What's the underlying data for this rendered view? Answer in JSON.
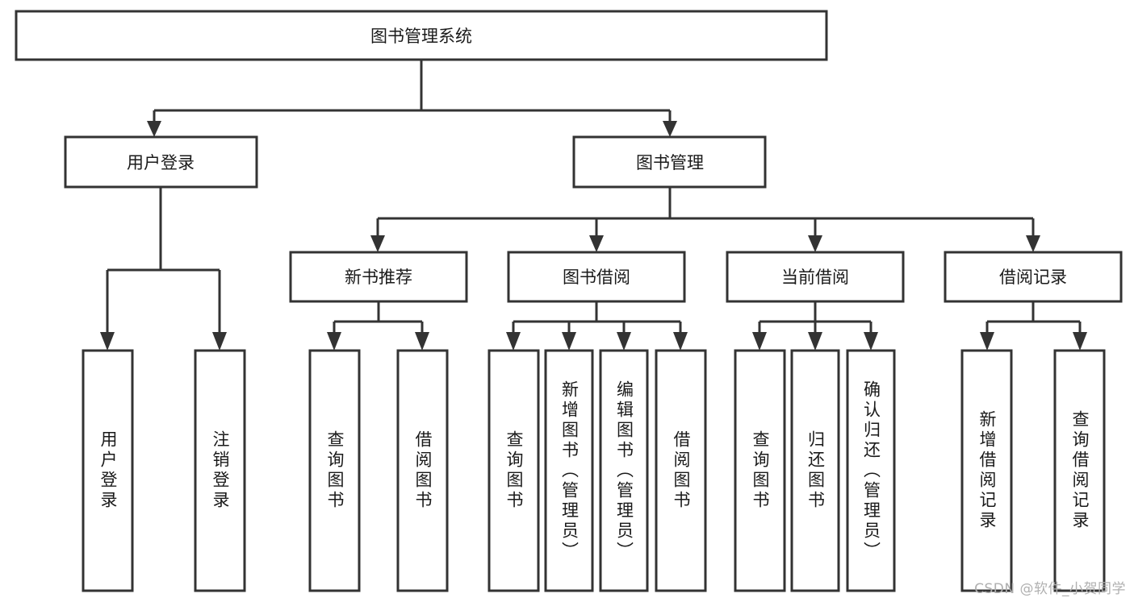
{
  "diagram": {
    "type": "tree-hierarchy",
    "title": "图书管理系统",
    "watermark": "CSDN @软件_小贺同学",
    "colors": {
      "stroke": "#333333",
      "fill": "#ffffff",
      "text": "#1a1a1a",
      "watermark": "#b0b0b0",
      "background": "#ffffff"
    },
    "levels": {
      "level1": [
        {
          "id": "root",
          "label": "图书管理系统",
          "orientation": "horizontal"
        }
      ],
      "level2": [
        {
          "id": "user-login",
          "label": "用户登录",
          "orientation": "horizontal",
          "parent": "root"
        },
        {
          "id": "book-manage",
          "label": "图书管理",
          "orientation": "horizontal",
          "parent": "root"
        }
      ],
      "level3": [
        {
          "id": "new-book-rec",
          "label": "新书推荐",
          "orientation": "horizontal",
          "parent": "book-manage"
        },
        {
          "id": "book-borrow",
          "label": "图书借阅",
          "orientation": "horizontal",
          "parent": "book-manage"
        },
        {
          "id": "current-borrow",
          "label": "当前借阅",
          "orientation": "horizontal",
          "parent": "book-manage"
        },
        {
          "id": "borrow-record",
          "label": "借阅记录",
          "orientation": "horizontal",
          "parent": "book-manage"
        }
      ],
      "level4": [
        {
          "id": "leaf-user-login",
          "label": "用户登录",
          "orientation": "vertical",
          "parent": "user-login"
        },
        {
          "id": "leaf-logout",
          "label": "注销登录",
          "orientation": "vertical",
          "parent": "user-login"
        },
        {
          "id": "leaf-query-book-1",
          "label": "查询图书",
          "orientation": "vertical",
          "parent": "new-book-rec"
        },
        {
          "id": "leaf-borrow-book-1",
          "label": "借阅图书",
          "orientation": "vertical",
          "parent": "new-book-rec"
        },
        {
          "id": "leaf-query-book-2",
          "label": "查询图书",
          "orientation": "vertical",
          "parent": "book-borrow"
        },
        {
          "id": "leaf-add-book",
          "label": "新增图书（管理员）",
          "orientation": "vertical",
          "parent": "book-borrow"
        },
        {
          "id": "leaf-edit-book",
          "label": "编辑图书（管理员）",
          "orientation": "vertical",
          "parent": "book-borrow"
        },
        {
          "id": "leaf-borrow-book-2",
          "label": "借阅图书",
          "orientation": "vertical",
          "parent": "book-borrow"
        },
        {
          "id": "leaf-query-book-3",
          "label": "查询图书",
          "orientation": "vertical",
          "parent": "current-borrow"
        },
        {
          "id": "leaf-return-book",
          "label": "归还图书",
          "orientation": "vertical",
          "parent": "current-borrow"
        },
        {
          "id": "leaf-confirm-return",
          "label": "确认归还（管理员）",
          "orientation": "vertical",
          "parent": "current-borrow"
        },
        {
          "id": "leaf-add-record",
          "label": "新增借阅记录",
          "orientation": "vertical",
          "parent": "borrow-record"
        },
        {
          "id": "leaf-query-record",
          "label": "查询借阅记录",
          "orientation": "vertical",
          "parent": "borrow-record"
        }
      ]
    }
  }
}
